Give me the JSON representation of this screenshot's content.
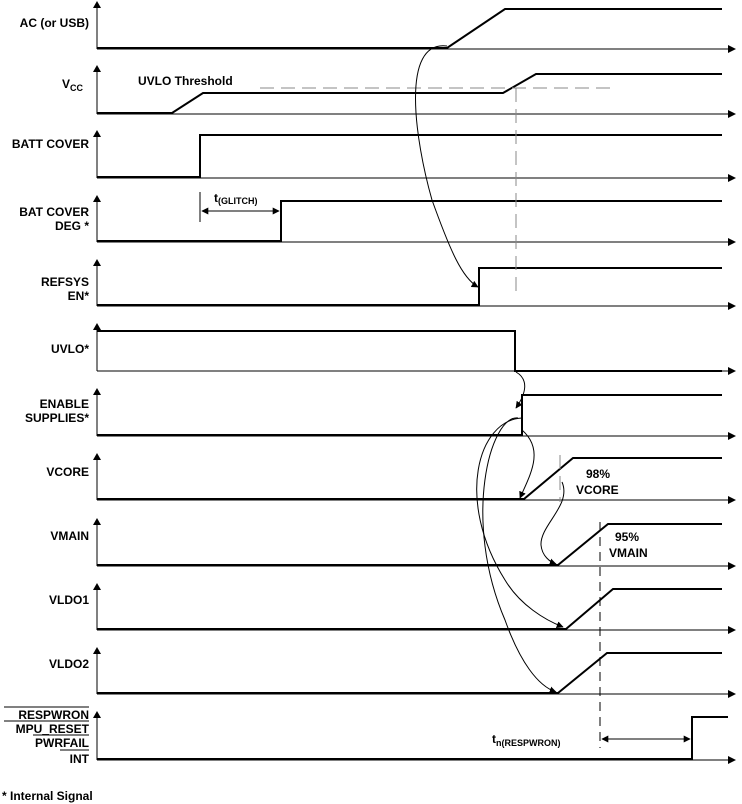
{
  "signals": {
    "ac": "AC (or USB)",
    "vcc_main": "V",
    "vcc_sub": "CC",
    "batt_cover": "BATT COVER",
    "bat_cover_deg_1": "BAT COVER",
    "bat_cover_deg_2": "DEG *",
    "refsys_en_1": "REFSYS",
    "refsys_en_2": "EN*",
    "uvlo": "UVLO*",
    "enable_supplies_1": "ENABLE",
    "enable_supplies_2": "SUPPLIES*",
    "vcore": "VCORE",
    "vmain": "VMAIN",
    "vldo1": "VLDO1",
    "vldo2": "VLDO2",
    "respwron": "RESPWRON",
    "mpu_reset": "MPU_RESET",
    "pwrfail": "PWRFAIL",
    "int": "INT"
  },
  "annotations": {
    "uvlo_threshold": "UVLO Threshold",
    "t_glitch_main": "t",
    "t_glitch_sub": "(GLITCH)",
    "vcore_pct": "98%",
    "vcore_name": "VCORE",
    "vmain_pct": "95%",
    "vmain_name": "VMAIN",
    "t_respwron_main": "t",
    "t_respwron_sub": "n(RESPWRON)"
  },
  "footnote": "* Internal Signal"
}
